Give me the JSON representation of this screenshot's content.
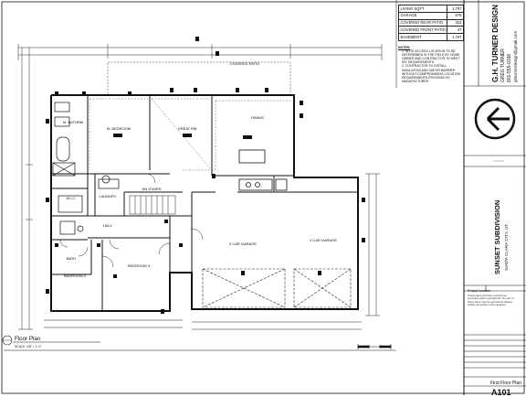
{
  "area_table": [
    {
      "label": "LIVING SQFT",
      "value": "1,797"
    },
    {
      "label": "GARAGE",
      "value": "876"
    },
    {
      "label": "COVERED REAR PATIO",
      "value": "322"
    },
    {
      "label": "COVERED FRONT PATIO",
      "value": "47"
    },
    {
      "label": "BASEMENT",
      "value": "1,797"
    }
  ],
  "notes": {
    "title": "NOTES:",
    "items": [
      "1. NOTE ACCESS LOCATION TO BE DETERMINED IN THE FIELD BY HOME OWNER AND CONTRACTOR TO MEET IRC REQUIREMENTS",
      "2. CONTRACTOR TO INSTALL INSULATION AND VAPOR BARRIER WITHOUT COMPROMISING LOCATION REQUIREMENTS PROVIDED BY MANUFACTURER"
    ]
  },
  "firm": {
    "name": "G.H. TURNER DESIGN",
    "person": "GREG TURNER",
    "phone": "801-555-0196",
    "email": "ghturnerdesign@gmail.com"
  },
  "project": {
    "name": "SUNSET SUBDIVISION",
    "location": "SANTA CLARA CITY, UT",
    "label": "Project Number"
  },
  "disclaimer": "These plans and their contents are protected under copyright law. No part of these plans may be reproduced without written permission of the designer.",
  "sheet": {
    "title": "First Floor Plan",
    "number": "A101"
  },
  "plan_title": {
    "title": "Floor Plan",
    "scale": "SCALE: 1/8\" = 1'-0\""
  },
  "rooms": {
    "patio": "COVERED PATIO",
    "bedroom1": "M. BEDROOM",
    "living": "GREAT RM",
    "dining": "DINING",
    "bath": "M. BATHRM",
    "closet": "W.I.C.",
    "laundry": "LAUNDRY",
    "stairs": "DN STAIRS",
    "garage3": "3 CAR GARAGE",
    "garage1": "1 CAR GARAGE",
    "bedroom2": "BEDROOM 2",
    "bedroom3": "BEDROOM 3",
    "bath2": "BATH",
    "hall": "HALL"
  }
}
